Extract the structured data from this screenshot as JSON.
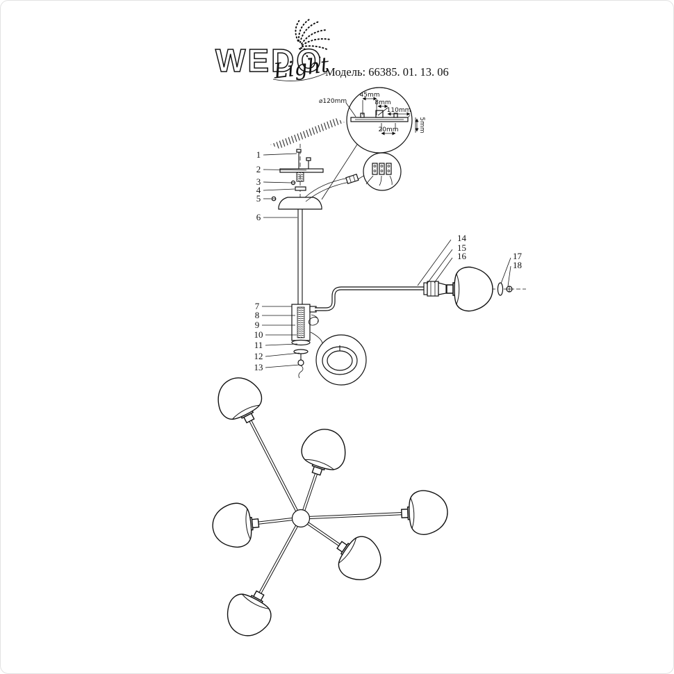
{
  "brand": {
    "wedo": "WEDO",
    "light": "Light"
  },
  "model_label": "Модель: 66385. 01. 13. 06",
  "dims": {
    "diameter": "⌀120mm",
    "h45": "45mm",
    "h8": "8mm",
    "h110": "110mm",
    "w20": "20mm",
    "t5": "5mm"
  },
  "parts": {
    "p1": "1",
    "p2": "2",
    "p3": "3",
    "p4": "4",
    "p5": "5",
    "p6": "6",
    "p7": "7",
    "p8": "8",
    "p9": "9",
    "p10": "10",
    "p11": "11",
    "p12": "12",
    "p13": "13",
    "p14": "14",
    "p15": "15",
    "p16": "16",
    "p17": "17",
    "p18": "18"
  }
}
